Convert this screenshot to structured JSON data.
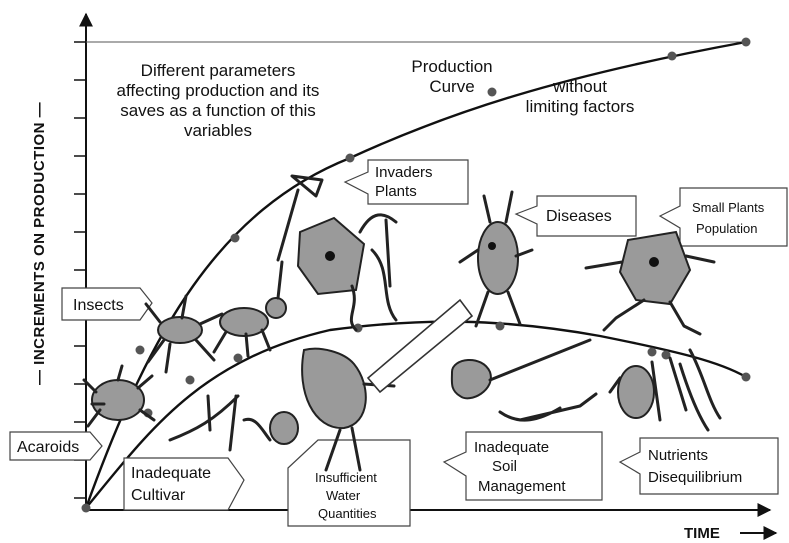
{
  "axes": {
    "y_label": "— INCREMENTS ON PRODUCTION —",
    "x_label": "TIME"
  },
  "texts": {
    "parameters_note": [
      "Different parameters",
      "affecting production and its",
      "saves as a function of this",
      "variables"
    ],
    "production_curve": [
      "Production",
      "Curve"
    ],
    "without_limiting": [
      "without",
      "limiting factors"
    ]
  },
  "callouts": {
    "invaders": [
      "Invaders",
      "Plants"
    ],
    "diseases": [
      "Diseases"
    ],
    "small_plants": [
      "Small Plants",
      "Population"
    ],
    "insects": [
      "Insects"
    ],
    "acaroids": [
      "Acaroids"
    ],
    "cultivar": [
      "Inadequate",
      "Cultivar"
    ],
    "water": [
      "Insufficient",
      "Water",
      "Quantities"
    ],
    "soil": [
      "Inadequate",
      "Soil",
      "Management"
    ],
    "nutrients": [
      "Nutrients",
      "Disequilibrium"
    ]
  },
  "icons": [
    "acaroid-creature",
    "insect-creature",
    "ant-with-axe",
    "invader-plant-creature",
    "disease-bug-creature",
    "small-plant-creature",
    "cultivar-plant",
    "water-creature-with-saw",
    "soil-creature",
    "nutrient-plant-creature"
  ],
  "colors": {
    "line": "#111111",
    "marker": "#555555",
    "callout_border": "#444444",
    "creature_fill": "#9a9a9a"
  }
}
